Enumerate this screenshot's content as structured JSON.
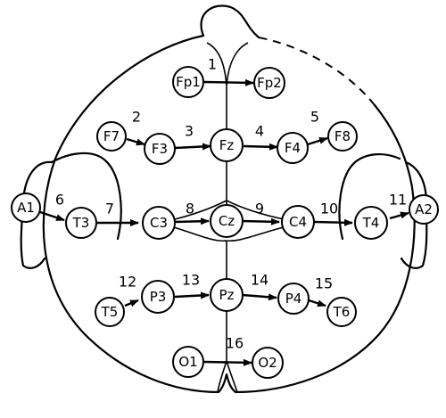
{
  "electrodes": {
    "fp1": "Fp1",
    "fp2": "Fp2",
    "f7": "F7",
    "f3": "F3",
    "fz": "Fz",
    "f4": "F4",
    "f8": "F8",
    "a1": "A1",
    "t3": "T3",
    "c3": "C3",
    "cz": "Cz",
    "c4": "C4",
    "t4": "T4",
    "a2": "A2",
    "t5": "T5",
    "p3": "P3",
    "pz": "Pz",
    "p4": "P4",
    "t6": "T6",
    "o1": "O1",
    "o2": "O2"
  },
  "channels": [
    "1",
    "2",
    "3",
    "4",
    "5",
    "6",
    "7",
    "8",
    "9",
    "10",
    "11",
    "12",
    "13",
    "14",
    "15",
    "16"
  ]
}
